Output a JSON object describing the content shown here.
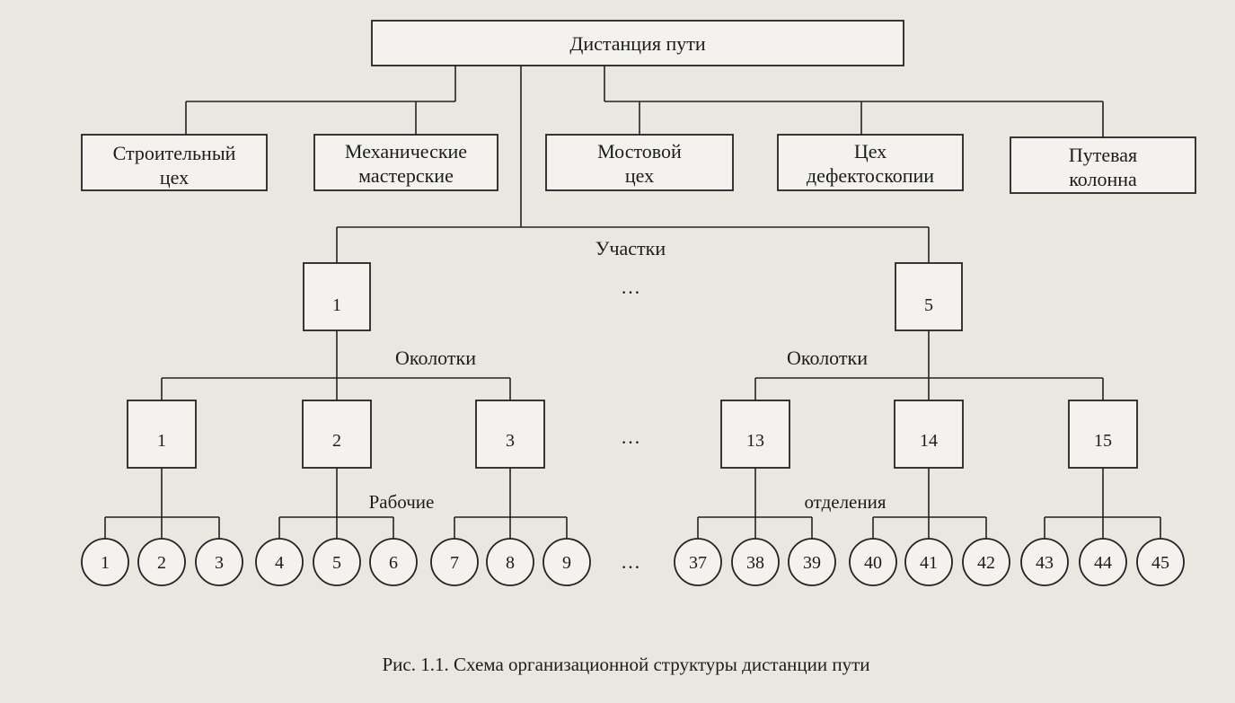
{
  "diagram": {
    "root": "Дистанция пути",
    "units": [
      [
        "Строительный",
        "цех"
      ],
      [
        "Механические",
        "мастерские"
      ],
      [
        "Мостовой",
        "цех"
      ],
      [
        "Цех",
        "дефектоскопии"
      ],
      [
        "Путевая",
        "колонна"
      ]
    ],
    "sections_label": "Участки",
    "sections": [
      "1",
      "5"
    ],
    "okolotki_label": "Околотки",
    "okolotki": [
      "1",
      "2",
      "3",
      "13",
      "14",
      "15"
    ],
    "workers_label_1": "Рабочие",
    "workers_label_2": "отделения",
    "workers": [
      "1",
      "2",
      "3",
      "4",
      "5",
      "6",
      "7",
      "8",
      "9",
      "37",
      "38",
      "39",
      "40",
      "41",
      "42",
      "43",
      "44",
      "45"
    ],
    "ellipsis": "…",
    "caption": "Рис. 1.1. Схема организационной структуры дистанции пути"
  }
}
